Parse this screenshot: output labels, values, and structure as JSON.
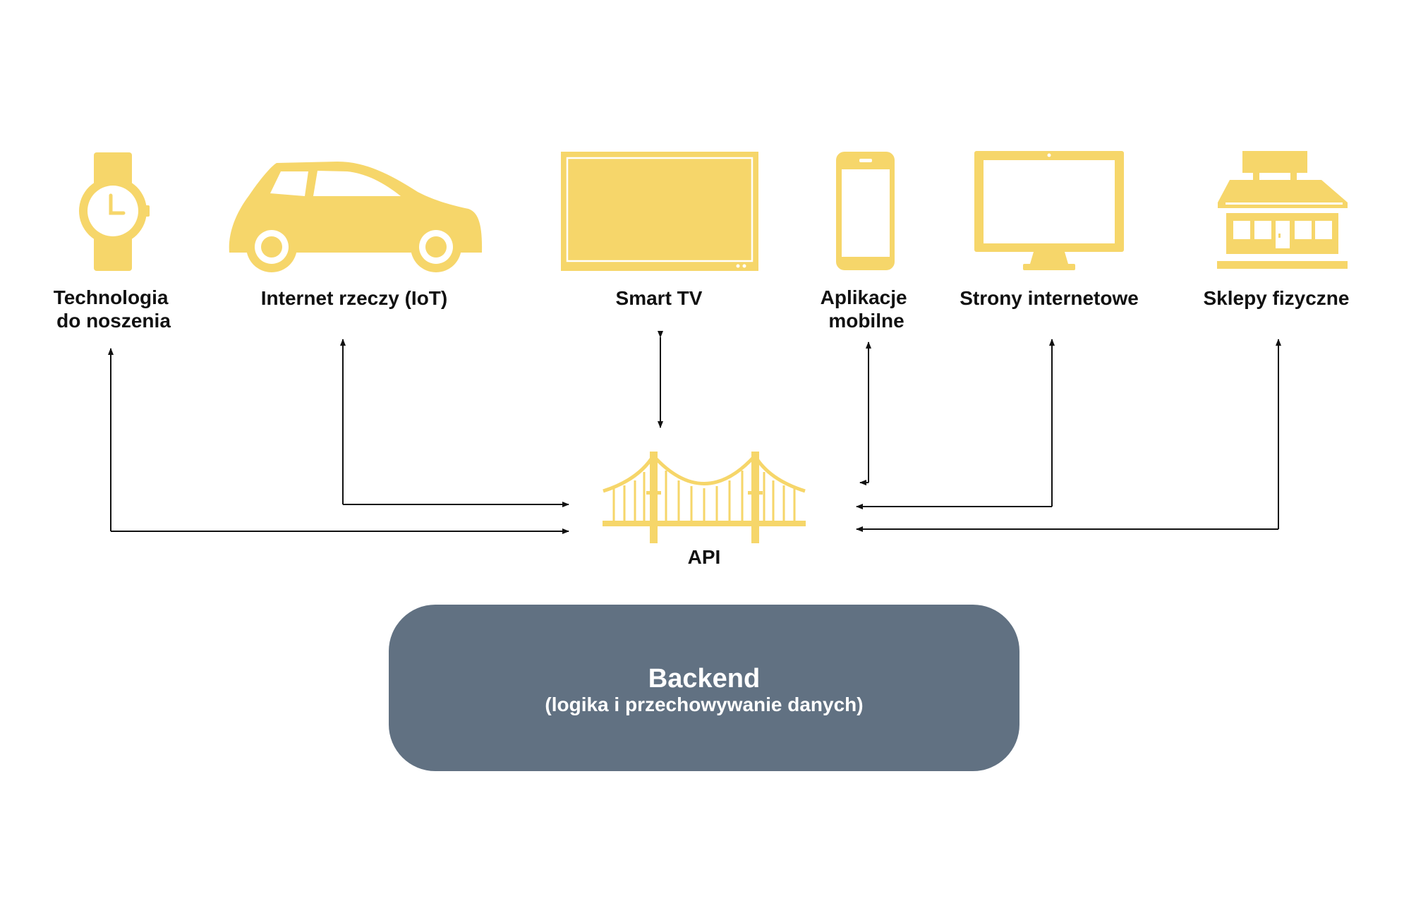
{
  "colors": {
    "icon": "#F6D66A",
    "backend": "#617182",
    "line": "#111111",
    "text": "#111111",
    "background": "#FFFFFF"
  },
  "clients": [
    {
      "id": "wearable",
      "icon": "wristwatch-icon",
      "label_lines": [
        "Technologia",
        "do noszenia"
      ]
    },
    {
      "id": "iot",
      "icon": "car-icon",
      "label_lines": [
        "Internet rzeczy (IoT)"
      ]
    },
    {
      "id": "smart-tv",
      "icon": "television-icon",
      "label_lines": [
        "Smart TV"
      ]
    },
    {
      "id": "mobile",
      "icon": "smartphone-icon",
      "label_lines": [
        "Aplikacje",
        "mobilne"
      ]
    },
    {
      "id": "web",
      "icon": "desktop-monitor-icon",
      "label_lines": [
        "Strony internetowe"
      ]
    },
    {
      "id": "stores",
      "icon": "storefront-icon",
      "label_lines": [
        "Sklepy fizyczne"
      ]
    }
  ],
  "api": {
    "icon": "bridge-icon",
    "label": "API"
  },
  "backend": {
    "title": "Backend",
    "subtitle": "(logika i przechowywanie danych)"
  }
}
